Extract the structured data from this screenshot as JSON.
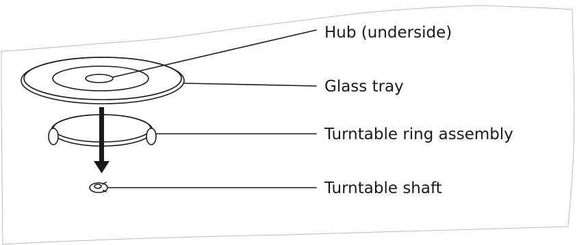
{
  "labels": {
    "hub": "Hub (underside)",
    "glass_tray": "Glass tray",
    "ring_assembly": "Turntable ring assembly",
    "shaft": "Turntable shaft"
  },
  "colors": {
    "ink": "#1a1a1a",
    "paper_edge": "#b8b8b8",
    "background": "#ffffff"
  }
}
